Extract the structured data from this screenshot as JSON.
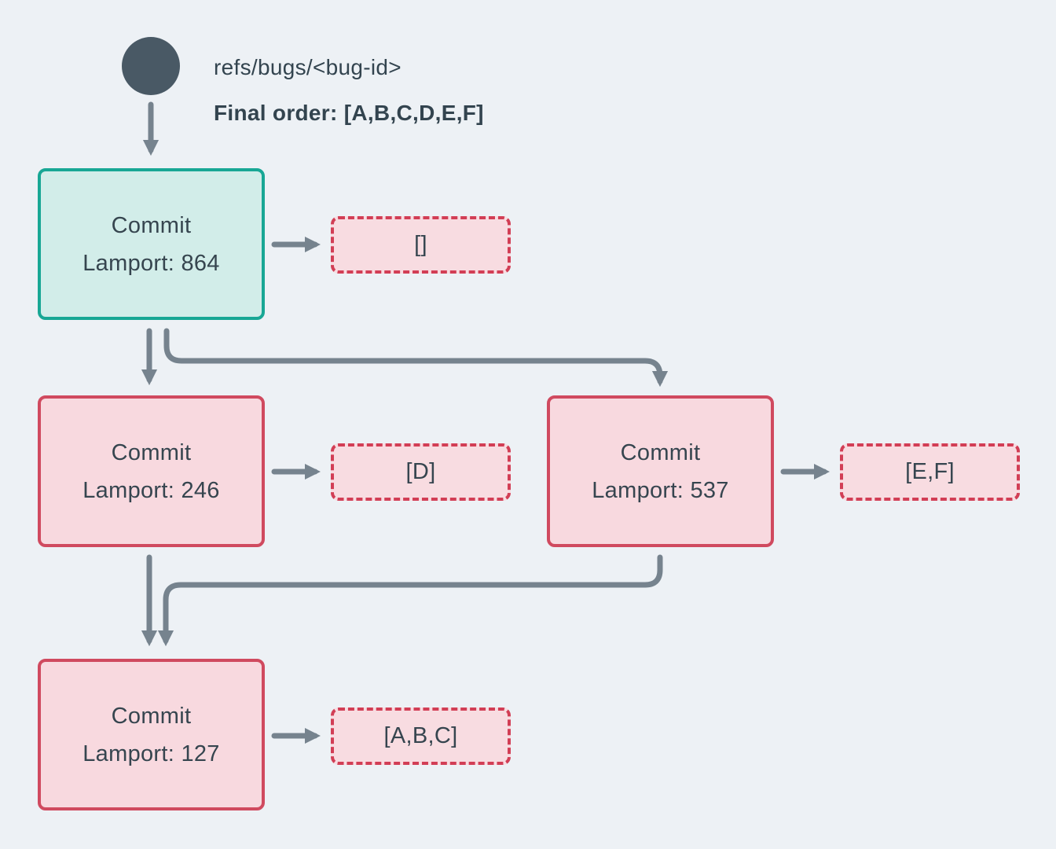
{
  "header": {
    "ref_label": "refs/bugs/<bug-id>",
    "final_order": "Final order: [A,B,C,D,E,F]"
  },
  "nodes": [
    {
      "id": "commit-864",
      "title": "Commit",
      "subtitle": "Lamport: 864",
      "variant": "teal"
    },
    {
      "id": "commit-246",
      "title": "Commit",
      "subtitle": "Lamport: 246",
      "variant": "pink"
    },
    {
      "id": "commit-537",
      "title": "Commit",
      "subtitle": "Lamport: 537",
      "variant": "pink"
    },
    {
      "id": "commit-127",
      "title": "Commit",
      "subtitle": "Lamport: 127",
      "variant": "pink"
    }
  ],
  "payloads": [
    {
      "for_node": "commit-864",
      "label": "[]"
    },
    {
      "for_node": "commit-246",
      "label": "[D]"
    },
    {
      "for_node": "commit-537",
      "label": "[E,F]"
    },
    {
      "for_node": "commit-127",
      "label": "[A,B,C]"
    }
  ],
  "colors": {
    "background": "#edf1f5",
    "slate-text": "#33444f",
    "node-text": "#36454f",
    "arrow": "#76838e",
    "teal-border": "#18a795",
    "teal-fill": "#d2ede9",
    "pink-border": "#d04a5f",
    "pink-fill": "#f8d9df",
    "dashed-border": "#d23e55",
    "dashed-fill": "#f8dce1",
    "circle": "#495965"
  }
}
